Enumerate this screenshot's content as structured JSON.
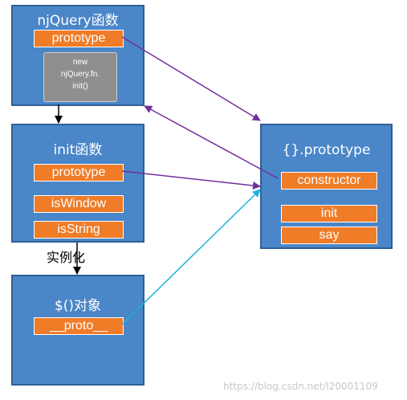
{
  "njquery_box": {
    "title": "njQuery函数",
    "prototype_label": "prototype",
    "init_note": [
      "new",
      "njQuery.fn.",
      "init()"
    ]
  },
  "init_box": {
    "title": "init函数",
    "prototype_label": "prototype",
    "methods": [
      "isWindow",
      "isString"
    ]
  },
  "instance_label": "实例化",
  "instance_box": {
    "title": "$()对象",
    "proto_label": "__proto__"
  },
  "prototype_object_box": {
    "title": "{}.prototype",
    "constructor_label": "constructor",
    "methods": [
      "init",
      "say"
    ]
  },
  "watermark": "https://blog.csdn.net/l20001109",
  "colors": {
    "box_fill": "#4a86c8",
    "pill_fill": "#f07c28",
    "note_fill": "#8f8f8f",
    "arrow_purple": "#7030a0",
    "arrow_cyan": "#1ab2e0"
  }
}
